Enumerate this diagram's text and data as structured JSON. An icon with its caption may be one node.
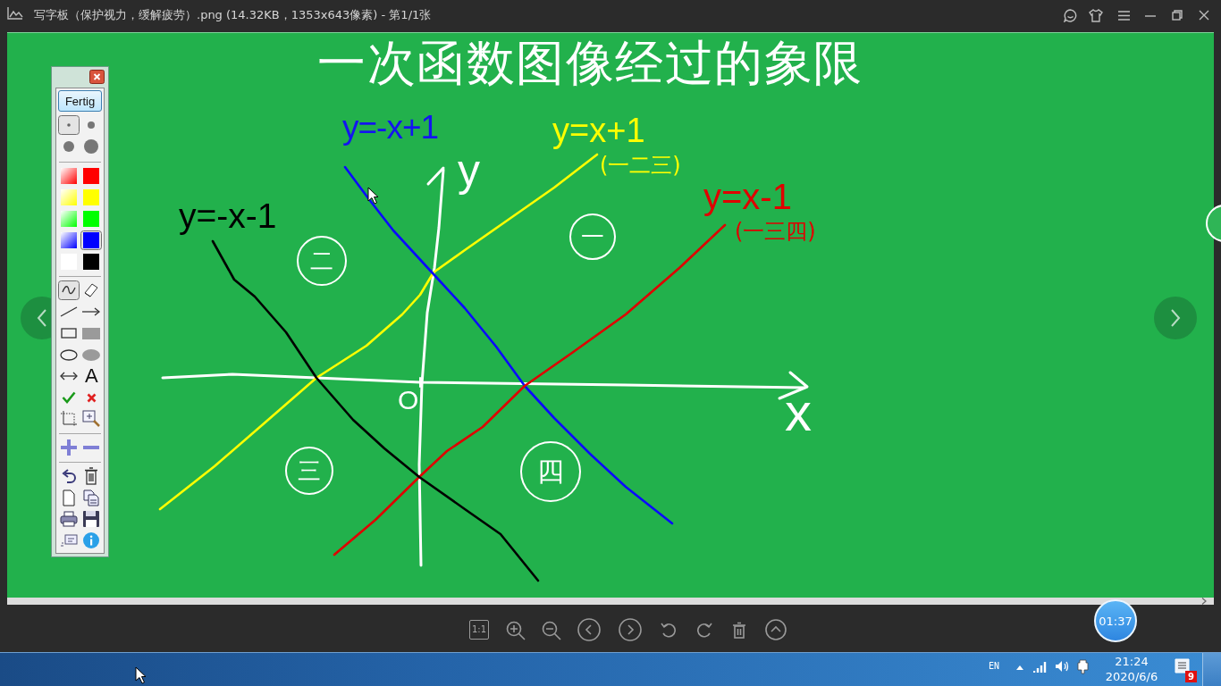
{
  "diagram": {
    "title": "一次函数图像经过的象限",
    "nodes": [
      {
        "text": [
          "二"
        ]
      },
      {
        "text": [
          "一"
        ]
      },
      {
        "text": [
          "三"
        ]
      },
      {
        "text": [
          "四"
        ]
      }
    ],
    "labels": [
      "写字板（保护视力，缓解疲劳）.png (14.32KB，1353x643像素) - 第1/1张",
      "Fertig",
      "A",
      "y=-x+1",
      "y=x+1",
      "(一二三)",
      "y=x-1",
      "(一三四)",
      "y=-x-1",
      "y",
      "O",
      "x",
      "1:1",
      "01:37",
      "EN",
      "21:24",
      "2020/6/6",
      "9"
    ]
  }
}
